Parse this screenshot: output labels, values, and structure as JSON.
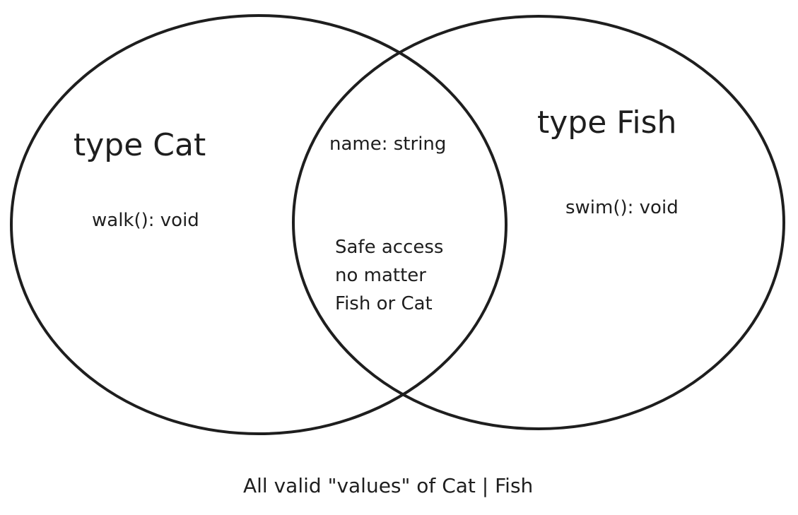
{
  "left_set": {
    "title": "type Cat",
    "member": "walk(): void"
  },
  "right_set": {
    "title": "type Fish",
    "member": "swim(): void"
  },
  "intersection": {
    "member": "name: string",
    "note_lines": [
      "Safe access",
      "no matter",
      "Fish or Cat"
    ]
  },
  "caption": "All valid \"values\" of Cat | Fish",
  "colors": {
    "stroke": "#1e1e1e",
    "background": "#ffffff"
  }
}
